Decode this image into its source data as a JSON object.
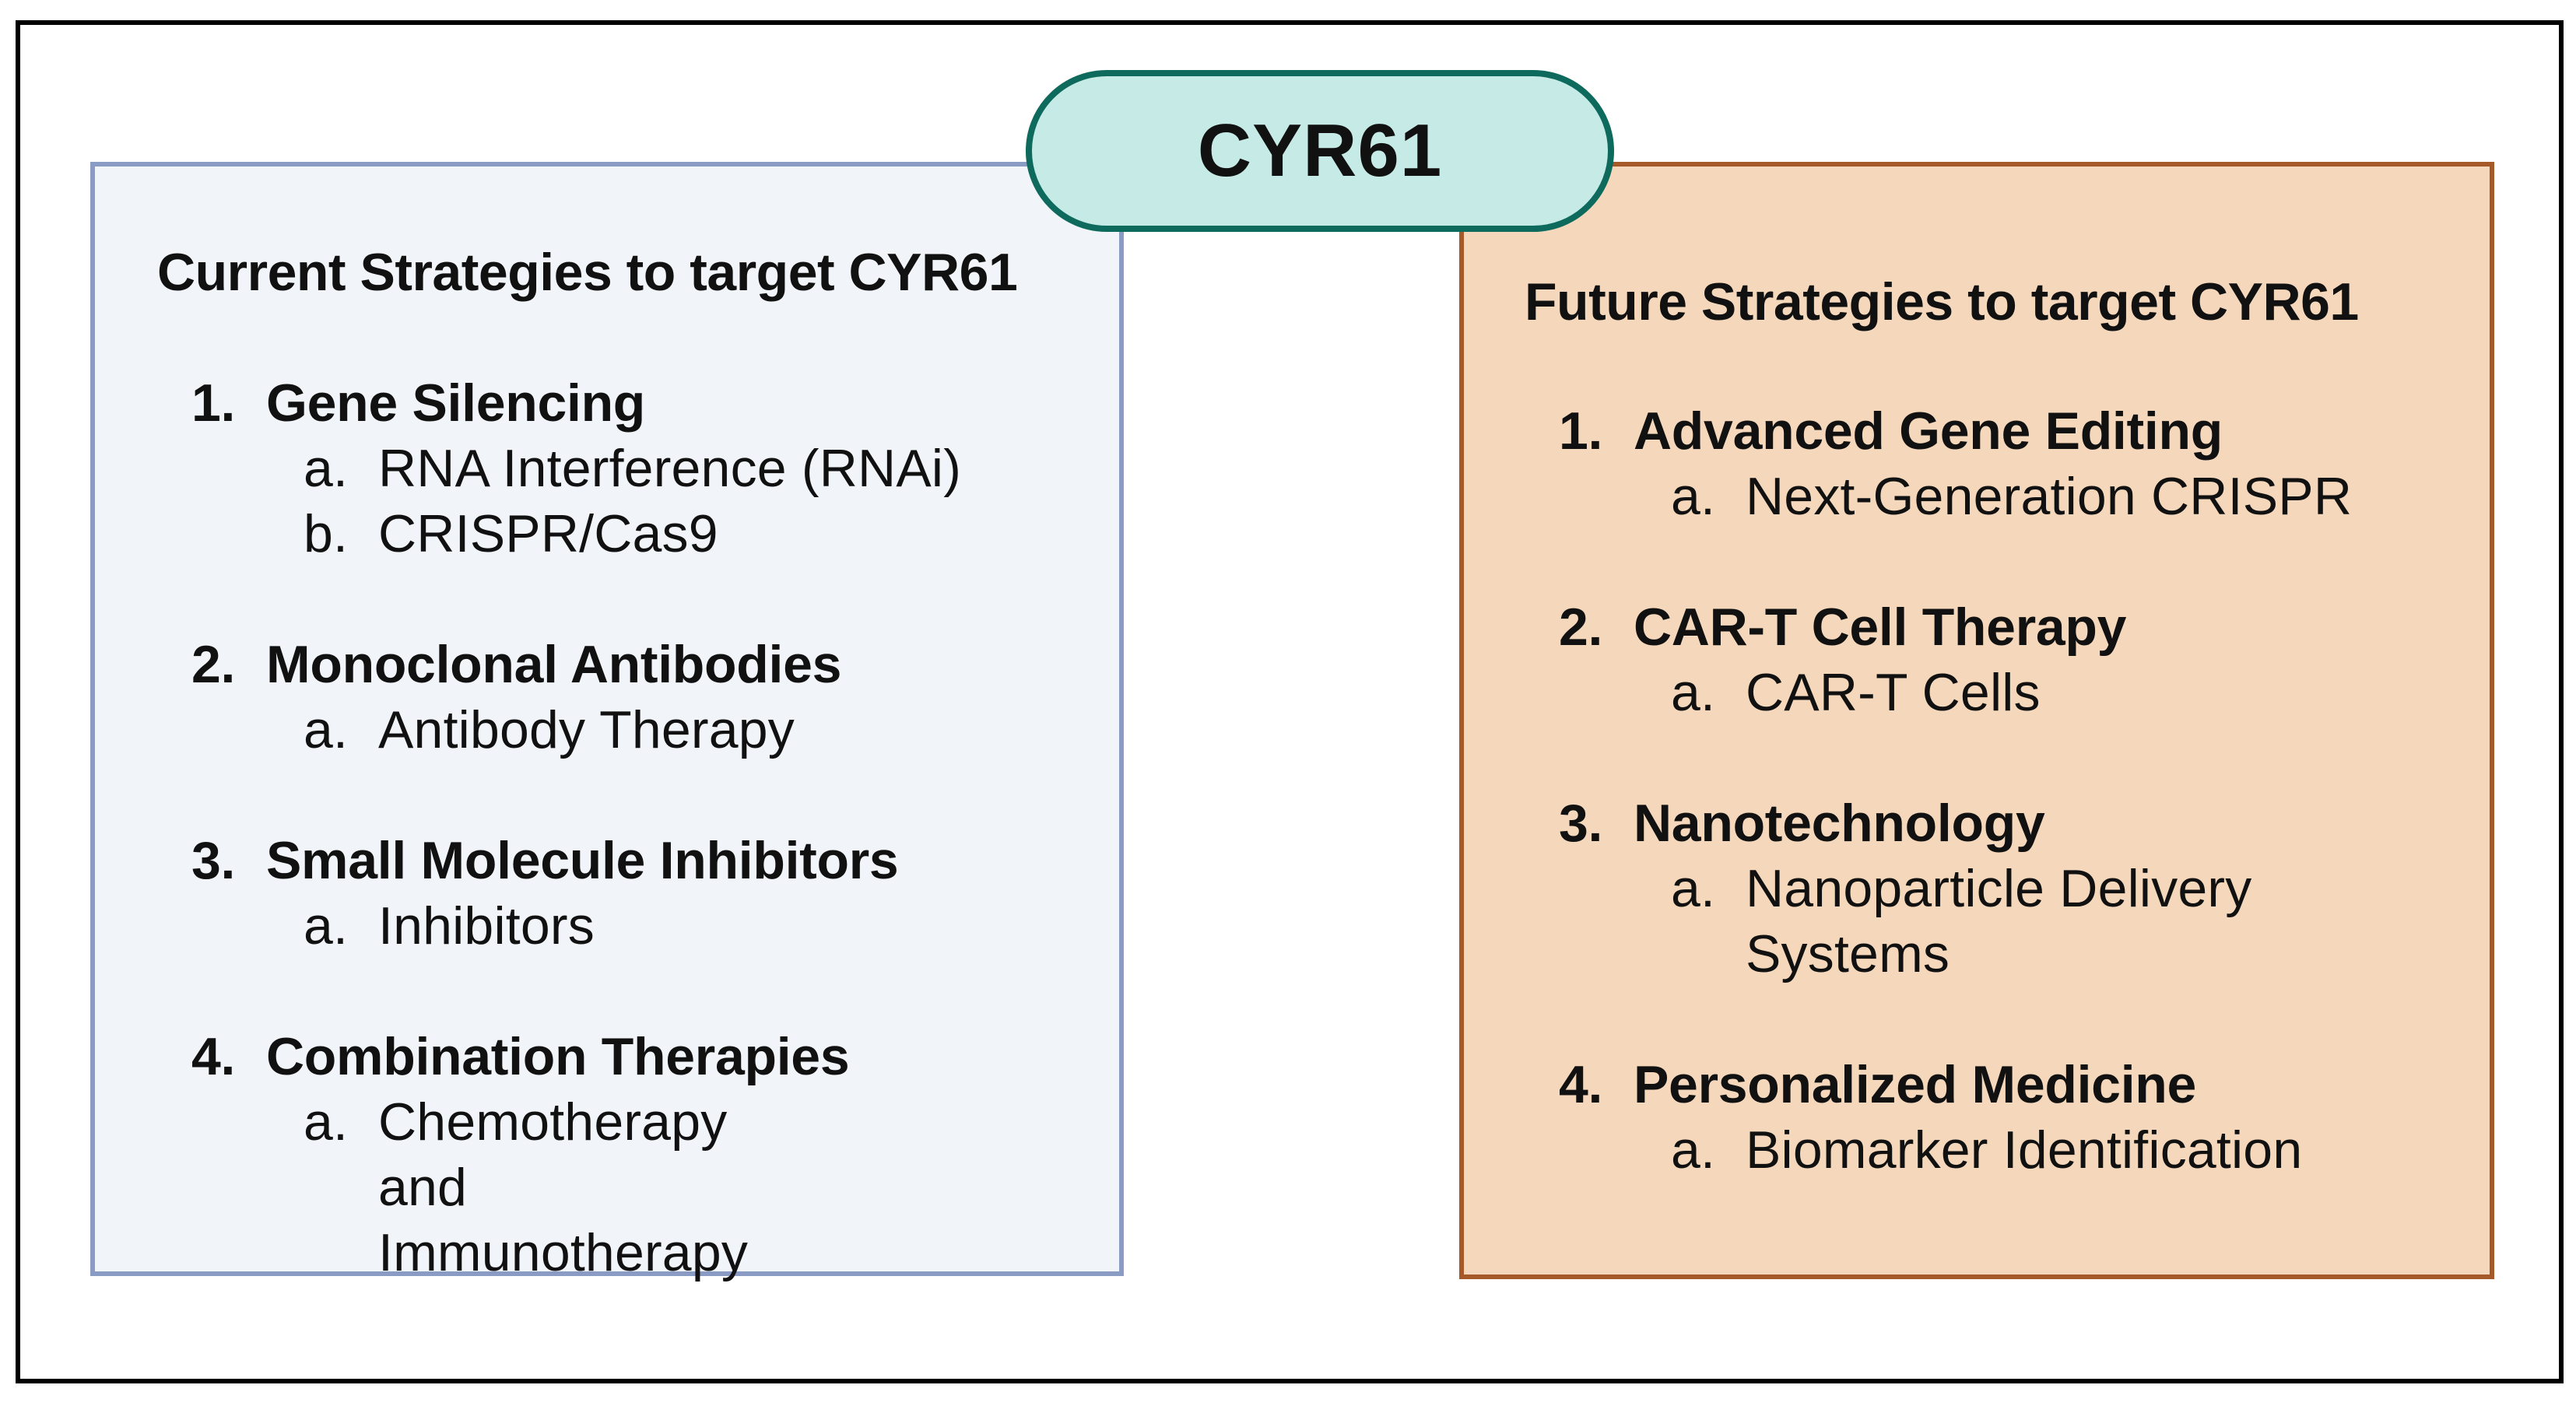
{
  "center": {
    "label": "CYR61"
  },
  "colors": {
    "pill_fill": "#c6ebe6",
    "pill_border": "#0f6a5e",
    "current_fill": "#f1f4f9",
    "current_border": "#8a9cc3",
    "future_fill": "#f5d8bb",
    "future_border": "#a65a2a"
  },
  "current": {
    "title": "Current Strategies to target CYR61",
    "strategies": [
      {
        "num": "1.",
        "title": "Gene Silencing",
        "items": [
          {
            "letter": "a.",
            "text": "RNA Interference (RNAi)"
          },
          {
            "letter": "b.",
            "text": "CRISPR/Cas9"
          }
        ]
      },
      {
        "num": "2.",
        "title": "Monoclonal Antibodies",
        "items": [
          {
            "letter": "a.",
            "text": "Antibody Therapy"
          }
        ]
      },
      {
        "num": "3.",
        "title": "Small Molecule Inhibitors",
        "items": [
          {
            "letter": "a.",
            "text": "Inhibitors"
          }
        ]
      },
      {
        "num": "4.",
        "title": "Combination Therapies",
        "items": [
          {
            "letter": "a.",
            "text": "Chemotherapy and Immunotherapy"
          }
        ]
      }
    ]
  },
  "future": {
    "title": "Future Strategies to target CYR61",
    "strategies": [
      {
        "num": "1.",
        "title": "Advanced Gene Editing",
        "items": [
          {
            "letter": "a.",
            "text": "Next-Generation CRISPR"
          }
        ]
      },
      {
        "num": "2.",
        "title": "CAR-T Cell Therapy",
        "items": [
          {
            "letter": "a.",
            "text": "CAR-T Cells"
          }
        ]
      },
      {
        "num": "3.",
        "title": "Nanotechnology",
        "items": [
          {
            "letter": "a.",
            "text": "Nanoparticle Delivery Systems"
          }
        ]
      },
      {
        "num": "4.",
        "title": "Personalized Medicine",
        "items": [
          {
            "letter": "a.",
            "text": "Biomarker Identification"
          }
        ]
      }
    ]
  }
}
